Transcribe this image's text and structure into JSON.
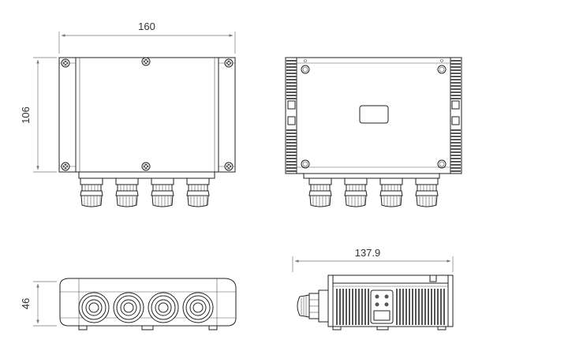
{
  "dimensions": {
    "width_front": "160",
    "height_front": "106",
    "height_bottom": "46",
    "depth_side": "137.9"
  },
  "colors": {
    "line": "#222222",
    "dimension_line": "#777777",
    "fin": "#555555",
    "background": "#ffffff"
  }
}
